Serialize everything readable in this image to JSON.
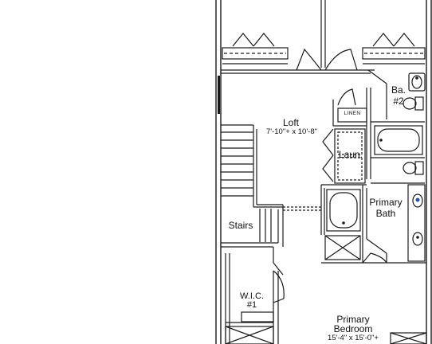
{
  "rooms": {
    "loft": {
      "name": "Loft",
      "dims": "7'-10\"+ x 10'-8\""
    },
    "linen": {
      "name": "LINEN"
    },
    "bath2": {
      "name_line1": "Ba.",
      "name_line2": "#2"
    },
    "laundry": {
      "name": "Laun."
    },
    "primary_bath": {
      "name_line1": "Primary",
      "name_line2": "Bath"
    },
    "stairs": {
      "name": "Stairs"
    },
    "wic": {
      "name_line1": "W.I.C.",
      "name_line2": "#1"
    },
    "primary_bedroom": {
      "name_line1": "Primary",
      "name_line2": "Bedroom",
      "dims": "15'-4\" x 15'-0\"+"
    }
  },
  "colors": {
    "wall": "#1a1a1a",
    "background": "#ffffff",
    "fixture_accent": "#2a4fa8"
  }
}
